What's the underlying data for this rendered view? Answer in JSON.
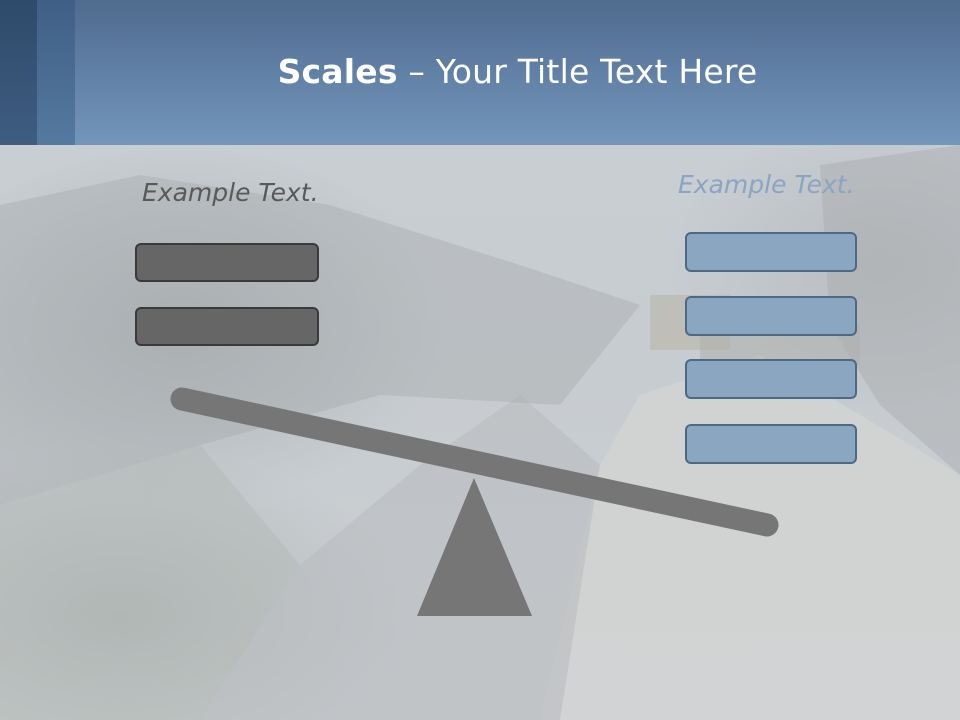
{
  "slide": {
    "title_bold": "Scales",
    "title_rest": " – Your Title Text Here",
    "left_label": "Example Text.",
    "right_label": "Example Text.",
    "left_boxes": [
      "",
      ""
    ],
    "right_boxes": [
      "",
      "",
      "",
      ""
    ]
  },
  "colors": {
    "header": "#5f7ea3",
    "left_box_fill": "#666666",
    "right_box_fill": "#8aa6c1",
    "beam": "#767676",
    "fulcrum": "#767676",
    "left_label": "#595959",
    "right_label": "#8aa4c2"
  }
}
